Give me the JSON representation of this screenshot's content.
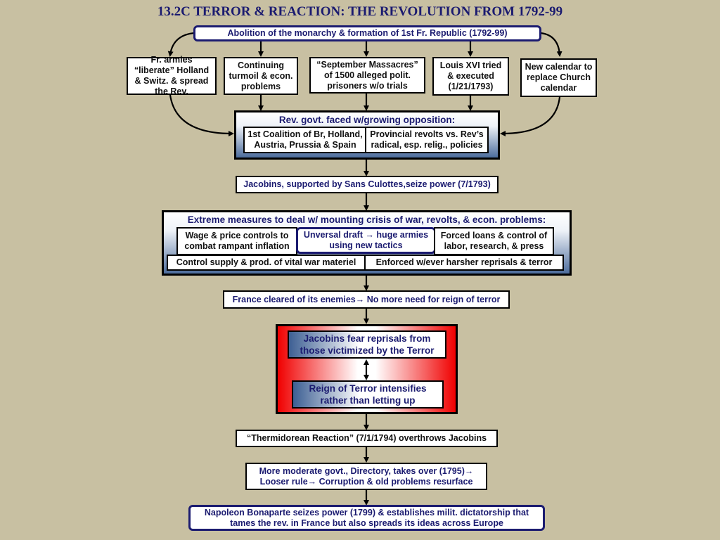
{
  "title": "13.2C TERROR & REACTION: THE REVOLUTION FROM 1792-99",
  "top_box": "Abolition of the monarchy & formation of 1st Fr. Republic (1792-99)",
  "causes": [
    "Fr. armies “liberate” Holland & Switz. & spread the Rev.",
    "Continuing turmoil & econ. problems",
    "“September Massacres” of 1500 alleged polit. prisoners w/o trials",
    "Louis XVI tried & executed (1/21/1793)",
    "New calendar to replace Church calendar"
  ],
  "opposition": {
    "heading": "Rev. govt. faced w/growing opposition:",
    "items": [
      "1st Coalition of Br, Holland, Austria, Prussia & Spain",
      "Provincial revolts vs. Rev’s radical, esp. relig., policies"
    ]
  },
  "jacobins_seize": "Jacobins, supported by Sans Culottes,seize power (7/1793)",
  "measures": {
    "heading": "Extreme measures to deal w/ mounting crisis of war, revolts, & econ. problems:",
    "items": [
      "Wage & price controls to combat rampant inflation",
      "Unversal draft → huge armies using new tactics",
      "Forced loans & control of labor, research, & press",
      "Control supply & prod. of vital war materiel",
      "Enforced w/ever harsher reprisals & terror"
    ]
  },
  "cleared": "France cleared of its enemies→ No more need for reign of terror",
  "terror": {
    "fear": "Jacobins fear reprisals from those victimized by the Terror",
    "intensifies": "Reign of Terror intensifies rather than letting up"
  },
  "thermidor": "“Thermidorean Reaction” (7/1/1794) overthrows Jacobins",
  "directory": "More moderate govt., Directory, takes over (1795)→ Looser rule→ Corruption & old problems resurface",
  "napoleon": "Napoleon Bonaparte seizes power (1799) & establishes milit. dictatorship that tames the rev. in France but also spreads its ideas across Europe"
}
